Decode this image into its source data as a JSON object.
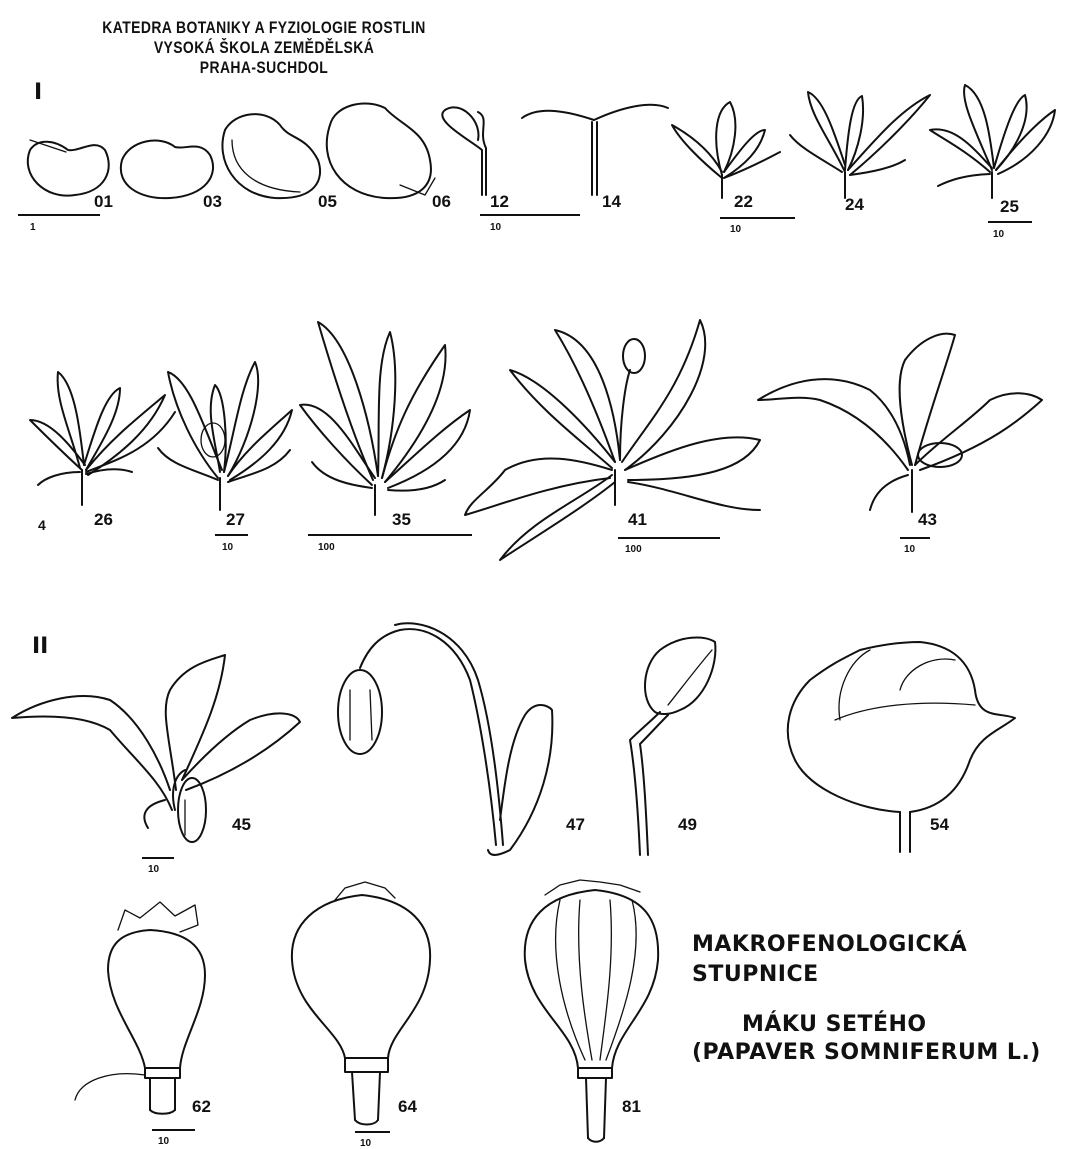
{
  "header": {
    "line1": "KATEDRA BOTANIKY A FYZIOLOGIE ROSTLIN",
    "line2": "VYSOKÁ ŠKOLA ZEMĚDĚLSKÁ",
    "line3": "PRAHA-SUCHDOL"
  },
  "sections": {
    "first": "I",
    "second": "II"
  },
  "stages": [
    "01",
    "03",
    "05",
    "06",
    "12",
    "14",
    "22",
    "24",
    "25",
    "26",
    "27",
    "35",
    "41",
    "43",
    "45",
    "47",
    "49",
    "54",
    "62",
    "64",
    "81"
  ],
  "scales": {
    "s1": "1",
    "s12": "10",
    "s22": "10",
    "s25": "10",
    "s26": "4",
    "s27": "10",
    "s35": "100",
    "s41": "100",
    "s43": "10",
    "s45": "10",
    "s62": "10",
    "s64": "10"
  },
  "title": {
    "line1": "MAKROFENOLOGICKÁ",
    "line2": "STUPNICE",
    "line3": "MÁKU SETÉHO",
    "line4": "(PAPAVER SOMNIFERUM L.)"
  }
}
